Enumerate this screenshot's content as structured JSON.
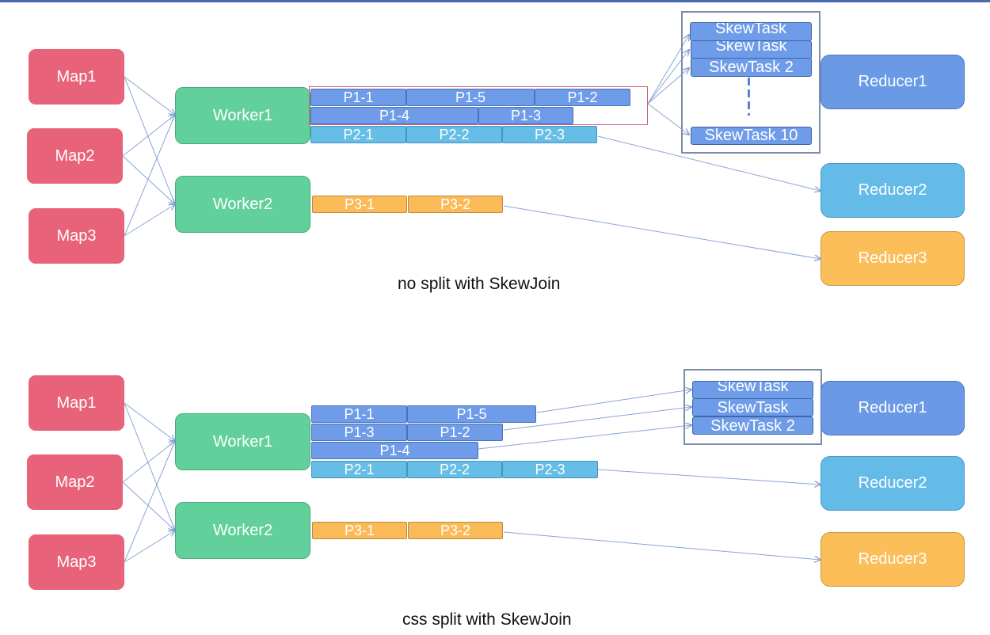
{
  "diagram_top": {
    "caption": "no split with SkewJoin",
    "maps": [
      "Map1",
      "Map2",
      "Map3"
    ],
    "workers": [
      "Worker1",
      "Worker2"
    ],
    "reducers": [
      "Reducer1",
      "Reducer2",
      "Reducer3"
    ],
    "partitions": {
      "p1_1": "P1-1",
      "p1_5": "P1-5",
      "p1_2": "P1-2",
      "p1_4": "P1-4",
      "p1_3": "P1-3",
      "p2_1": "P2-1",
      "p2_2": "P2-2",
      "p2_3": "P2-3",
      "p3_1": "P3-1",
      "p3_2": "P3-2"
    },
    "skew_tasks": [
      "SkewTask",
      "SkewTask",
      "SkewTask 2",
      "SkewTask 10"
    ]
  },
  "diagram_bottom": {
    "caption": "css split with SkewJoin",
    "maps": [
      "Map1",
      "Map2",
      "Map3"
    ],
    "workers": [
      "Worker1",
      "Worker2"
    ],
    "reducers": [
      "Reducer1",
      "Reducer2",
      "Reducer3"
    ],
    "partitions": {
      "p1_1": "P1-1",
      "p1_5": "P1-5",
      "p1_3": "P1-3",
      "p1_2": "P1-2",
      "p1_4": "P1-4",
      "p2_1": "P2-1",
      "p2_2": "P2-2",
      "p2_3": "P2-3",
      "p3_1": "P3-1",
      "p3_2": "P3-2"
    },
    "skew_tasks": [
      "SkewTask",
      "SkewTask",
      "SkewTask 2"
    ]
  },
  "colors": {
    "map": "#e8637a",
    "worker": "#62d09a",
    "partition_p1": "#6e9ce8",
    "partition_p2": "#66bde6",
    "partition_p3": "#fbba58",
    "reducer1": "#6a9ae6",
    "reducer2": "#64bbe8",
    "reducer3": "#fbbe58",
    "connector": "#8aa4d6",
    "highlight": "#d45a75"
  }
}
